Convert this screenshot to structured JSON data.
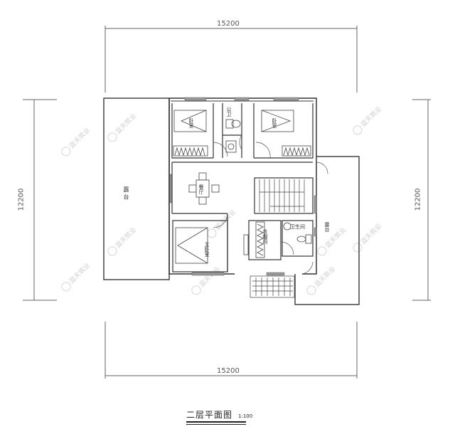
{
  "drawing": {
    "title": "二层平面图",
    "scale": "1:100"
  },
  "dimensions": {
    "top_width": "15200",
    "bottom_width": "15200",
    "left_height": "12200",
    "right_height": "12200"
  },
  "rooms": {
    "terrace_left": "露 台",
    "bedroom_nw": "卧室",
    "bathroom_public": "公卫",
    "bedroom_ne": "卧室",
    "dining_hall": "餐厅",
    "master_bedroom": "主卧室",
    "walk_in_closet": "衣帽间",
    "bathroom_master": "卫生间",
    "terrace_right": "露台"
  },
  "watermark": {
    "text": "蓝天筑业"
  },
  "colors": {
    "wall": "#333333",
    "window": "#888888",
    "dimension": "#555555",
    "watermark": "#cfcfcf"
  }
}
